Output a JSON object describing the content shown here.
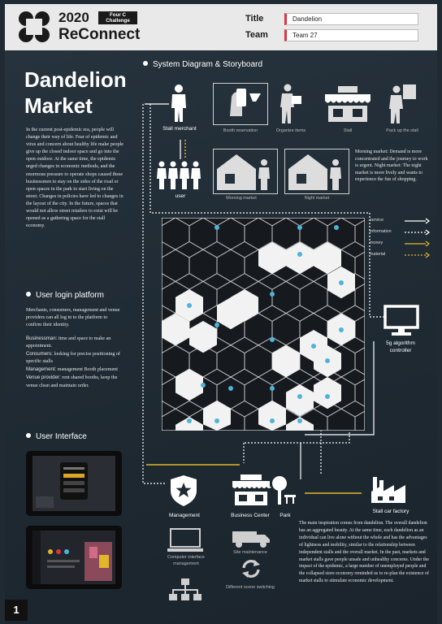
{
  "header": {
    "year": "2020",
    "badge": "Four C Challenge",
    "brand": "ReConnect",
    "title_label": "Title",
    "title_value": "Dandelion",
    "team_label": "Team",
    "team_value": "Team 27"
  },
  "project_title": [
    "Dandelion",
    "Market"
  ],
  "intro_text": "In the current post-epidemic era, people will change their way of life. Fear of epidemic and virus and concern about healthy life make people give up the closed indoor space and go into the open outdoor. At the same time, the epidemic urged changes in economic methods, and the enormous pressure to operate shops caused these businessmen to stay on the sides of the road or open spaces in the park to start living on the street. Changes in policies have led to changes in the layout of the city. In the future, spaces that would not allow street retailers to exist will be opened as a gathering space for the stall economy.",
  "login": {
    "heading": "User login platform",
    "text": "Merchants, consumers, management and venue providers can all log in to the platform to confirm their identity.",
    "roles": [
      {
        "role": "Businessman:",
        "desc": "time and space to make an appointment."
      },
      {
        "role": "Consumers:",
        "desc": "looking for precise positioning of specific stalls"
      },
      {
        "role": "Management:",
        "desc": "management Booth placement"
      },
      {
        "role": "Venue provider:",
        "desc": "rent shared booths, keep the venue clean and maintain order."
      }
    ]
  },
  "ui_heading": "User Interface",
  "diagram": {
    "heading": "System Diagram & Storyboard",
    "stall_merchant": "Stall merchant",
    "user": "user",
    "steps": [
      "Booth reservation",
      "Organize items",
      "Stall",
      "Pack up the stall"
    ],
    "markets": [
      "Morning market",
      "Night market"
    ],
    "market_note": "Morning market: Demand is more concentrated and the journey to work is urgent. Night market: The night market is more lively and wants to experience the fun of shopping.",
    "legend": [
      "service",
      "information",
      "money",
      "material"
    ],
    "controller": "5g algorithm controller",
    "nodes": [
      "Management",
      "Business Center",
      "Park",
      "Stall car factory"
    ],
    "sub_items": [
      "Computer interface management",
      "Site maintenance",
      "Different scene switching"
    ],
    "footer_text": "The main inspiration comes from dandelion. The overall dandelion has an aggregated beauty. At the same time, each dandelion as an individual can live alone without the whole and has the advantages of lightness and mobility, similar to the relationship between independent stalls and the overall market. In the past, markets and market stalls gave people unsafe and unhealthy concerns. Under the impact of the epidemic, a large number of unemployed people and the collapsed store economy reminded us to re-plan the existence of market stalls to stimulate economic development."
  },
  "colors": {
    "money": "#e3b62a",
    "accent": "#d9363e",
    "hex_icon": "#4fb3d9"
  },
  "page_number": "1"
}
